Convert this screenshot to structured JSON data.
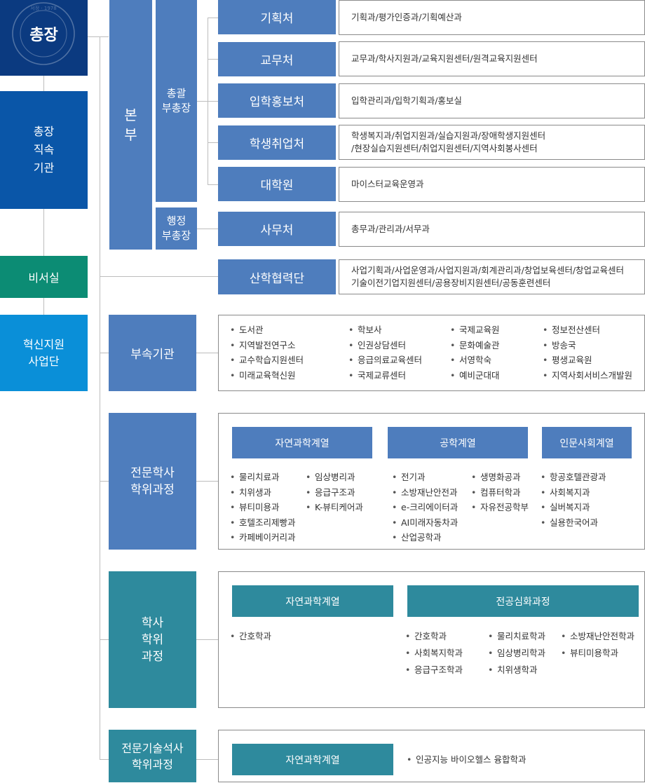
{
  "left": {
    "president": "총장",
    "seal_text": "서정 · 1978",
    "direct": "총장\n직속\n기관",
    "secretary": "비서실",
    "innovation": "혁신지원\n사업단"
  },
  "hq": {
    "label": "본\n부",
    "general_vp": "총괄\n부총장",
    "admin_vp": "행정\n부총장"
  },
  "offices": [
    {
      "name": "기획처",
      "desc": "기획과/평가인증과/기획예산과"
    },
    {
      "name": "교무처",
      "desc": "교무과/학사지원과/교육지원센터/원격교육지원센터"
    },
    {
      "name": "입학홍보처",
      "desc": "입학관리과/입학기획과/홍보실"
    },
    {
      "name": "학생취업처",
      "desc": "학생복지과/취업지원과/실습지원과/장애학생지원센터\n/현장실습지원센터/취업지원센터/지역사회봉사센터"
    },
    {
      "name": "대학원",
      "desc": "마이스터교육운영과"
    },
    {
      "name": "사무처",
      "desc": "총무과/관리과/서무과"
    },
    {
      "name": "산학협력단",
      "desc": "사업기획과/사업운영과/사업지원과/회계관리과/창업보육센터/창업교육센터\n기술이전기업지원센터/공용장비지원센터/공동훈련센터"
    }
  ],
  "affiliated": {
    "label": "부속기관",
    "columns": [
      [
        "도서관",
        "지역발전연구소",
        "교수학습지원센터",
        "미래교육혁신원"
      ],
      [
        "학보사",
        "인권상담센터",
        "응급의료교육센터",
        "국제교류센터"
      ],
      [
        "국제교육원",
        "문화예술관",
        "서영학숙",
        "예비군대대"
      ],
      [
        "정보전산센터",
        "방송국",
        "평생교육원",
        "지역사회서비스개발원"
      ]
    ]
  },
  "professional": {
    "label": "전문학사\n학위과정",
    "groups": [
      {
        "name": "자연과학계열",
        "columns": [
          [
            "물리치료과",
            "치위생과",
            "뷰티미용과",
            "호텔조리제빵과",
            "카페베이커리과"
          ],
          [
            "임상병리과",
            "응급구조과",
            "K-뷰티케어과"
          ]
        ]
      },
      {
        "name": "공학계열",
        "columns": [
          [
            "전기과",
            "소방재난안전과",
            "e-크리에이터과",
            "AI미래자동차과",
            "산업공학과"
          ],
          [
            "생명화공과",
            "컴퓨터학과",
            "자유전공학부"
          ]
        ]
      },
      {
        "name": "인문사회계열",
        "columns": [
          [
            "항공호텔관광과",
            "사회복지과",
            "실버복지과",
            "실용한국어과"
          ]
        ]
      }
    ]
  },
  "bachelor": {
    "label": "학사\n학위\n과정",
    "groups": [
      {
        "name": "자연과학계열",
        "columns": [
          [
            "간호학과"
          ]
        ]
      },
      {
        "name": "전공심화과정",
        "columns": [
          [
            "간호학과",
            "사회복지학과",
            "응급구조학과"
          ],
          [
            "물리치료학과",
            "임상병리학과",
            "치위생학과"
          ],
          [
            "소방재난안전학과",
            "뷰티미용학과"
          ]
        ]
      }
    ]
  },
  "master": {
    "label": "전문기술석사\n학위과정",
    "group": "자연과학계열",
    "items": [
      "인공지능 바이오헬스 융합학과"
    ]
  },
  "colors": {
    "navy": "#0b3a80",
    "blue": "#0a56a8",
    "teal": "#0c8c74",
    "sky": "#0a8fd8",
    "steel": "#4e7dbd",
    "dark_teal": "#2e8a9d"
  }
}
